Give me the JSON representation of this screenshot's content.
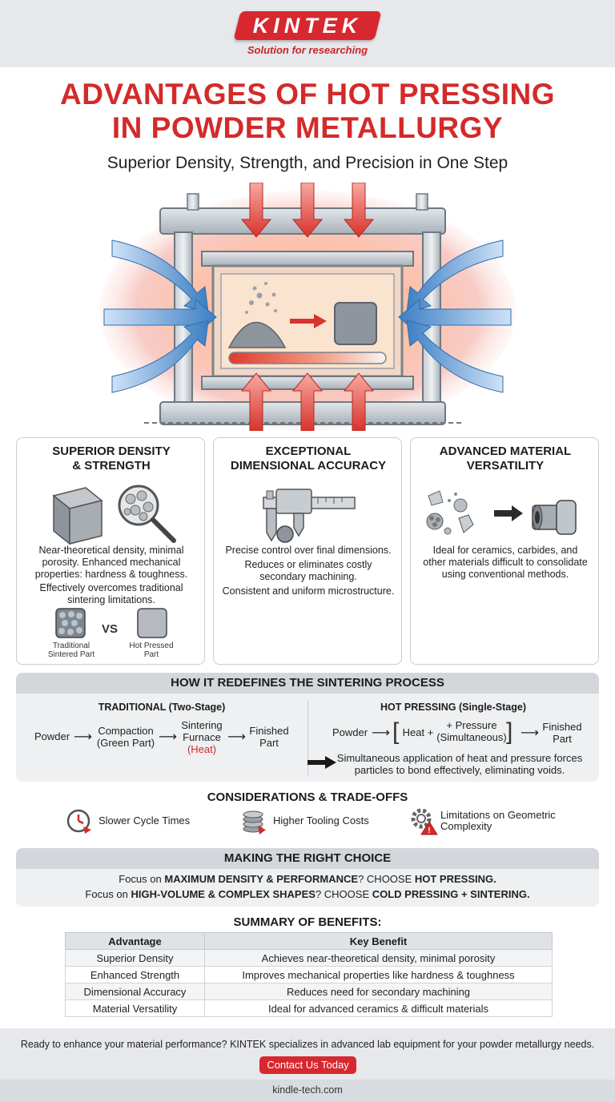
{
  "brand": {
    "name": "KINTEK",
    "tagline": "Solution for researching",
    "accent": "#d7282f"
  },
  "title": {
    "line1": "ADVANTAGES OF HOT PRESSING",
    "line2": "IN POWDER METALLURGY",
    "color": "#d42a2a"
  },
  "subtitle": "Superior Density, Strength, and Precision in One Step",
  "hero": {
    "icons": [
      "hot-press-frame-icon",
      "pressure-arrow-icon",
      "powder-pile-icon",
      "dense-block-icon",
      "heat-gauge-icon"
    ]
  },
  "cards": {
    "density": {
      "title1": "SUPERIOR DENSITY",
      "title2": "& STRENGTH",
      "text1": "Near-theoretical density, minimal",
      "text2": "porosity. Enhanced mechanical",
      "text3": "properties: hardness & toughness.",
      "text4": "Effectively overcomes traditional",
      "text5": "sintering limitations.",
      "vs": "VS",
      "left_label1": "Traditional",
      "left_label2": "Sintered Part",
      "right_label1": "Hot Pressed",
      "right_label2": "Part"
    },
    "accuracy": {
      "title1": "EXCEPTIONAL",
      "title2": "DIMENSIONAL ACCURACY",
      "text1": "Precise control over final dimensions.",
      "text2": "Reduces or eliminates costly",
      "text3": "secondary machining.",
      "text4": "Consistent and uniform microstructure."
    },
    "versatility": {
      "title1": "ADVANCED MATERIAL",
      "title2": "VERSATILITY",
      "text1": "Ideal for ceramics, carbides, and",
      "text2": "other materials difficult to consolidate",
      "text3": "using conventional methods."
    }
  },
  "process": {
    "heading": "HOW IT REDEFINES THE SINTERING PROCESS",
    "traditional": {
      "heading": "TRADITIONAL (Two-Stage)",
      "powder": "Powder",
      "compaction1": "Compaction",
      "compaction2": "(Green Part)",
      "furnace1": "Sintering",
      "furnace2": "Furnace",
      "furnace3": "(Heat)",
      "finished1": "Finished",
      "finished2": "Part"
    },
    "hot": {
      "heading": "HOT PRESSING (Single-Stage)",
      "powder": "Powder",
      "heat": "Heat +",
      "pressure1": "+ Pressure",
      "pressure2": "(Simultaneous)",
      "finished1": "Finished",
      "finished2": "Part",
      "note1": "Simultaneous application of heat and pressure forces",
      "note2": "particles to bond effectively, eliminating voids."
    }
  },
  "considerations": {
    "heading": "CONSIDERATIONS & TRADE-OFFS",
    "items": [
      {
        "icon": "clock-icon",
        "label1": "Slower Cycle Times",
        "label2": ""
      },
      {
        "icon": "coins-icon",
        "label1": "Higher Tooling Costs",
        "label2": ""
      },
      {
        "icon": "gear-warning-icon",
        "label1": "Limitations on Geometric",
        "label2": "Complexity"
      }
    ]
  },
  "choice": {
    "heading": "MAKING THE RIGHT CHOICE",
    "l1a": "Focus on ",
    "l1b": "MAXIMUM DENSITY & PERFORMANCE",
    "l1c": "? CHOOSE ",
    "l1d": "HOT PRESSING.",
    "l2a": "Focus on ",
    "l2b": "HIGH-VOLUME & COMPLEX SHAPES",
    "l2c": "? CHOOSE ",
    "l2d": "COLD PRESSING + SINTERING."
  },
  "summary": {
    "heading": "SUMMARY OF BENEFITS:",
    "col1": "Advantage",
    "col2": "Key Benefit",
    "rows": [
      {
        "a": "Superior Density",
        "b": "Achieves near-theoretical density, minimal porosity"
      },
      {
        "a": "Enhanced Strength",
        "b": "Improves mechanical properties like hardness & toughness"
      },
      {
        "a": "Dimensional Accuracy",
        "b": "Reduces need for secondary machining"
      },
      {
        "a": "Material Versatility",
        "b": "Ideal for advanced ceramics & difficult materials"
      }
    ]
  },
  "footer": {
    "text": "Ready to enhance your material performance? KINTEK specializes in advanced lab equipment for your powder metallurgy needs.",
    "button": "Contact Us Today",
    "site": "kindle-tech.com"
  }
}
